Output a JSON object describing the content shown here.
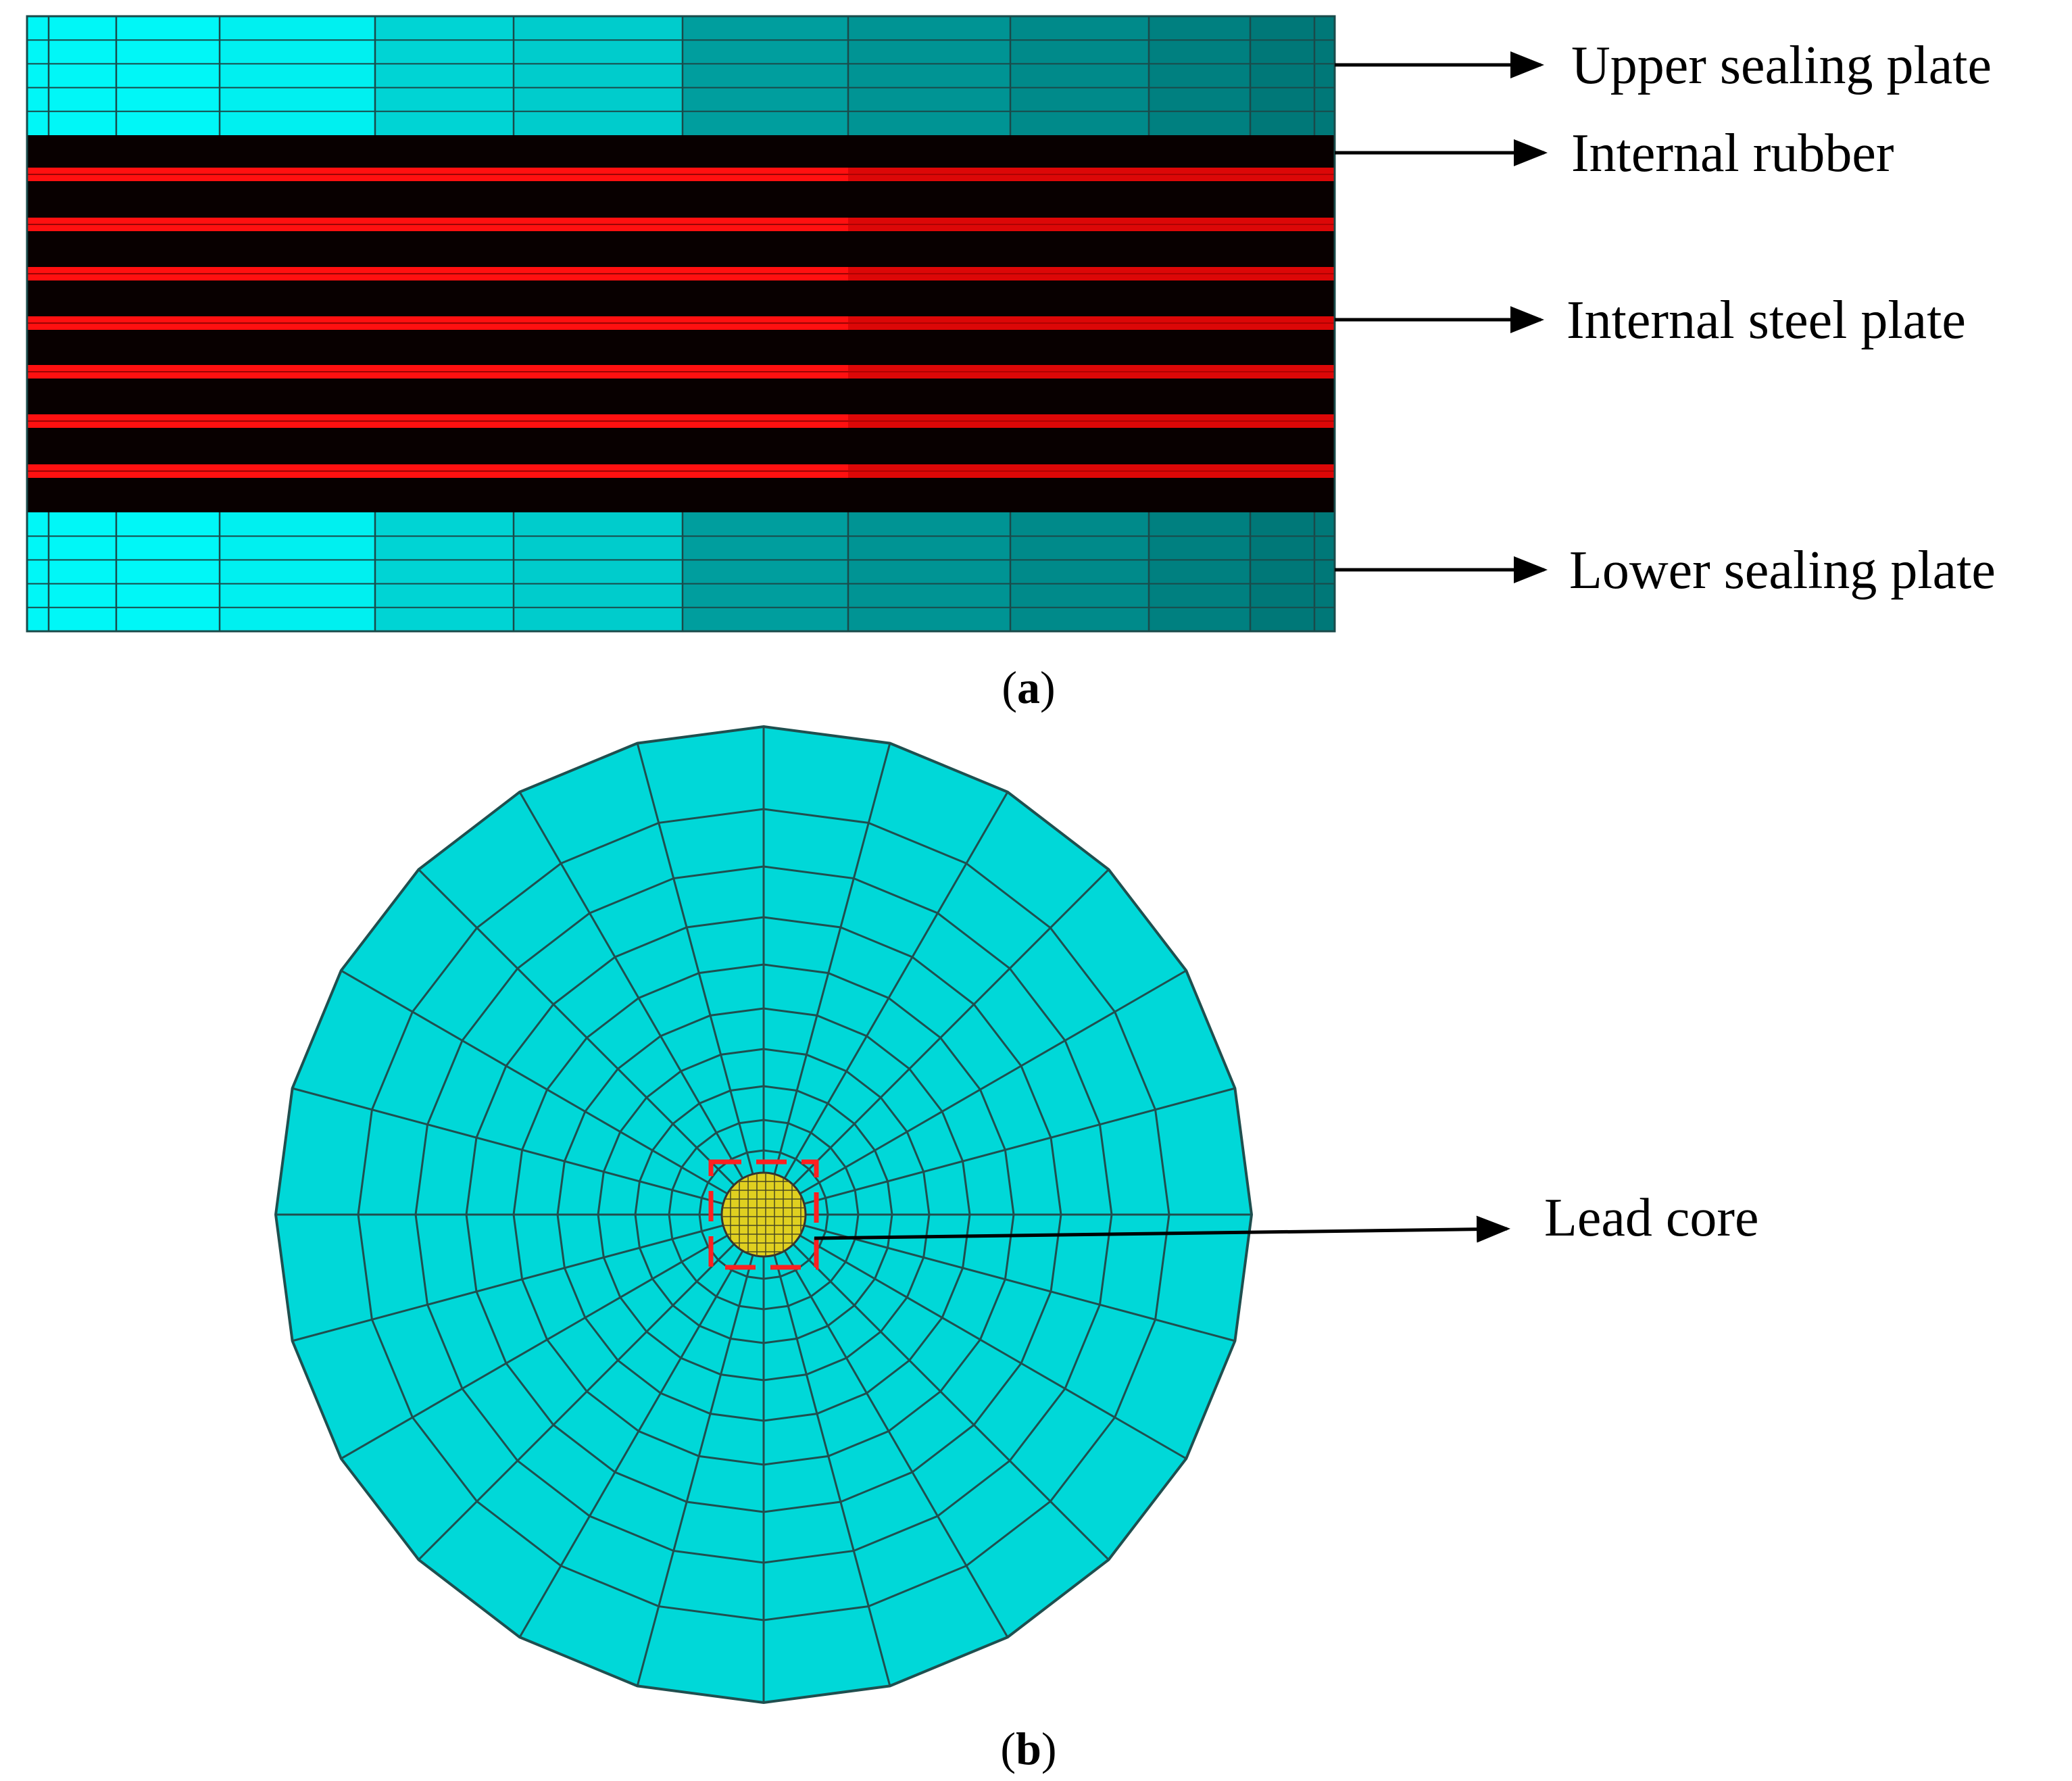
{
  "panel_a": {
    "labels": {
      "upper_sealing_plate": "Upper sealing plate",
      "internal_rubber": "Internal rubber",
      "internal_steel_plate": "Internal steel plate",
      "lower_sealing_plate": "Lower sealing plate"
    },
    "caption": {
      "open": "(",
      "letter": "a",
      "close": ")"
    },
    "colors": {
      "plate_shades": [
        "#00f7f7",
        "#00f7f7",
        "#00f7f7",
        "#00f0f0",
        "#00d4d4",
        "#00cccc",
        "#009e9e",
        "#009494",
        "#008a8a",
        "#008080",
        "#007878"
      ],
      "rubber": "#080000",
      "steel": "#ff1010",
      "mesh_line": "#1a4a4a"
    }
  },
  "panel_b": {
    "labels": {
      "lead_core": "Lead core"
    },
    "caption": {
      "open": "(",
      "letter": "b",
      "close": ")"
    },
    "colors": {
      "disc_fill": "#00d8d8",
      "mesh_line": "#1f4f4f",
      "lead_core": "#e0d020",
      "highlight": "#ff2020"
    }
  }
}
